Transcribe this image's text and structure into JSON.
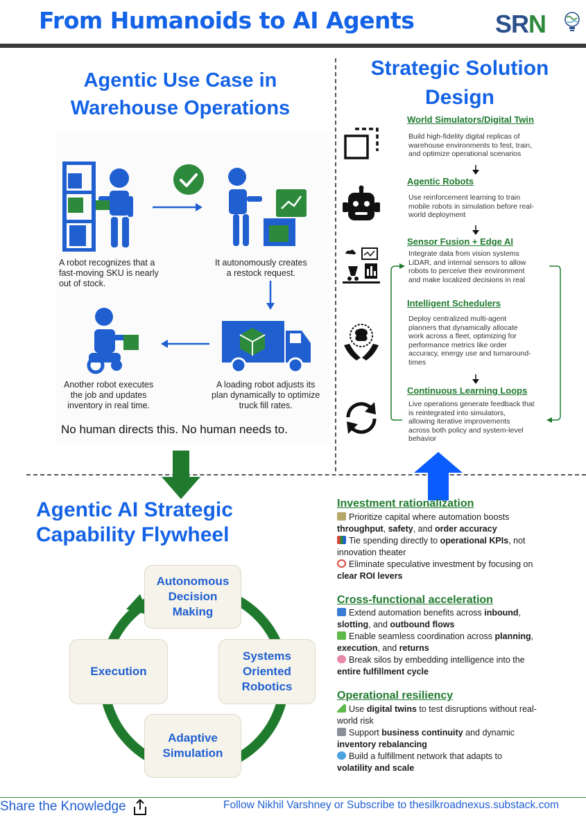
{
  "header": {
    "title": "From Humanoids to AI Agents",
    "logo_s": "SR",
    "logo_n": "N",
    "colors": {
      "title": "#1463e6",
      "logo_dark": "#2b4f8a",
      "logo_green": "#2d8a3c"
    }
  },
  "use_case": {
    "title_line1": "Agentic Use Case in",
    "title_line2": "Warehouse Operations",
    "captions": {
      "c1_l1": "A robot recognizes that a",
      "c1_l2": "fast-moving SKU is nearly",
      "c1_l3": "out of stock.",
      "c2_l1": "It autonomously creates",
      "c2_l2": "a restock request.",
      "c3_l1": "Another robot executes",
      "c3_l2": "the job and updates",
      "c3_l3": "inventory in real time.",
      "c4_l1": "A loading robot adjusts its",
      "c4_l2": "plan dynamically to optimize",
      "c4_l3": "truck fill rates."
    },
    "footer": "No human directs this. No human needs to."
  },
  "solution": {
    "title_line1": "Strategic Solution",
    "title_line2": "Design",
    "steps": [
      {
        "title": "World Simulators/Digital Twin",
        "l1": "Build high-fidelity digital replicas of",
        "l2": "warehouse environments to fest, train,",
        "l3": "and optimize operational scenarios",
        "icon": "digital-twin-icon"
      },
      {
        "title": "Agentic Robots",
        "l1": "Use reinforcement learning to train",
        "l2": "mobile robots in simulation before real-",
        "l3": "world deployment",
        "icon": "robot-icon"
      },
      {
        "title": "Sensor Fusion + Edge AI",
        "l1": "Integrate data from vision systems",
        "l2": "LiDAR, and internal sensors to allow",
        "l3": "robots to perceive their environment",
        "l4": "and make localized decisions in real",
        "icon": "sensor-icon"
      },
      {
        "title": "Intelligent Schedulers",
        "l1": "Deploy centralized multi-agent",
        "l2": "planners that dynamically allocate",
        "l3": "work across a fleet, optimizing for",
        "l4": "performance metrics like order",
        "l5": "accuracy, energy use and turnaround-",
        "l6": "times",
        "icon": "brain-hands-icon"
      },
      {
        "title": "Continuous Learning Loops",
        "l1": "Live operations generate feedback that",
        "l2": "is reintegrated into simulators,",
        "l3": "allowing iterative improvements",
        "l4": "across both policy and system-level",
        "l5": "behavior",
        "icon": "refresh-icon"
      }
    ]
  },
  "flywheel": {
    "title_line1": "Agentic AI Strategic",
    "title_line2": "Capability Flywheel",
    "n1_l1": "Autonomous",
    "n1_l2": "Decision",
    "n1_l3": "Making",
    "n2_l1": "Systems",
    "n2_l2": "Oriented",
    "n2_l3": "Robotics",
    "n3_l1": "Adaptive",
    "n3_l2": "Simulation",
    "n4_l1": "Execution"
  },
  "benefits": {
    "investment": {
      "heading": "Investment rationalization",
      "i1_a": "Prioritize capital where automation boosts",
      "i1_b": "throughput",
      "i1_c": ", ",
      "i1_d": "safety",
      "i1_e": ", and ",
      "i1_f": "order accuracy",
      "i2_a": "Tie spending directly to ",
      "i2_b": "operational KPIs",
      "i2_c": ", not",
      "i2_d": "innovation theater",
      "i3_a": "Eliminate speculative investment by focusing on",
      "i3_b": "clear ROI levers"
    },
    "crossfunc": {
      "heading": "Cross-functional acceleration",
      "i1_a": "Extend automation benefits across ",
      "i1_b": "inbound",
      "i1_c": ",",
      "i1_d": "slotting",
      "i1_e": ", and ",
      "i1_f": "outbound flows",
      "i2_a": "Enable seamless coordination across ",
      "i2_b": "planning",
      "i2_c": ",",
      "i2_d": "execution",
      "i2_e": ", and ",
      "i2_f": "returns",
      "i3_a": "Break silos by embedding intelligence into the",
      "i3_b": "entire fulfillment cycle"
    },
    "resiliency": {
      "heading": "Operational resiliency",
      "i1_a": "Use ",
      "i1_b": "digital twins",
      "i1_c": " to test disruptions without real-",
      "i1_d": "world risk",
      "i2_a": "Support ",
      "i2_b": "business continuity",
      "i2_c": " and dynamic",
      "i2_d": "inventory rebalancing",
      "i3_a": "Build a fulfillment network that adapts to",
      "i3_b": "volatility and scale"
    }
  },
  "footer": {
    "share": "Share the Knowledge",
    "follow": "Follow Nikhil Varshney or Subscribe to thesilkroadnexus.substack.com"
  }
}
